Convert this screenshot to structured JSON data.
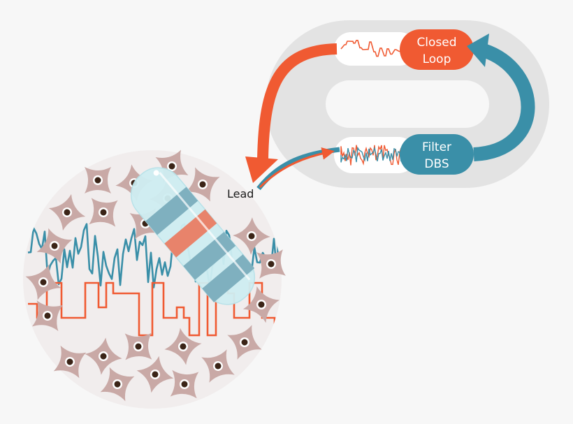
{
  "labels": {
    "closed_loop_line1": "Closed",
    "closed_loop_line2": "Loop",
    "filter_dbs_line1": "Filter",
    "filter_dbs_line2": "DBS",
    "lead": "Lead"
  },
  "colors": {
    "orange": "#f05a32",
    "teal": "#3a8fa8",
    "loop_track": "#e3e3e3",
    "cell": "#c9a9a6",
    "nucleus": "#3b2417",
    "tissue": "#f1eded",
    "lead_body": "#cfeef2",
    "lead_band": "#7fb0bf",
    "lead_contact_active": "#e8836b"
  },
  "icons": {
    "neuron": "neuron-cell-icon",
    "lead": "dbs-lead-icon"
  }
}
